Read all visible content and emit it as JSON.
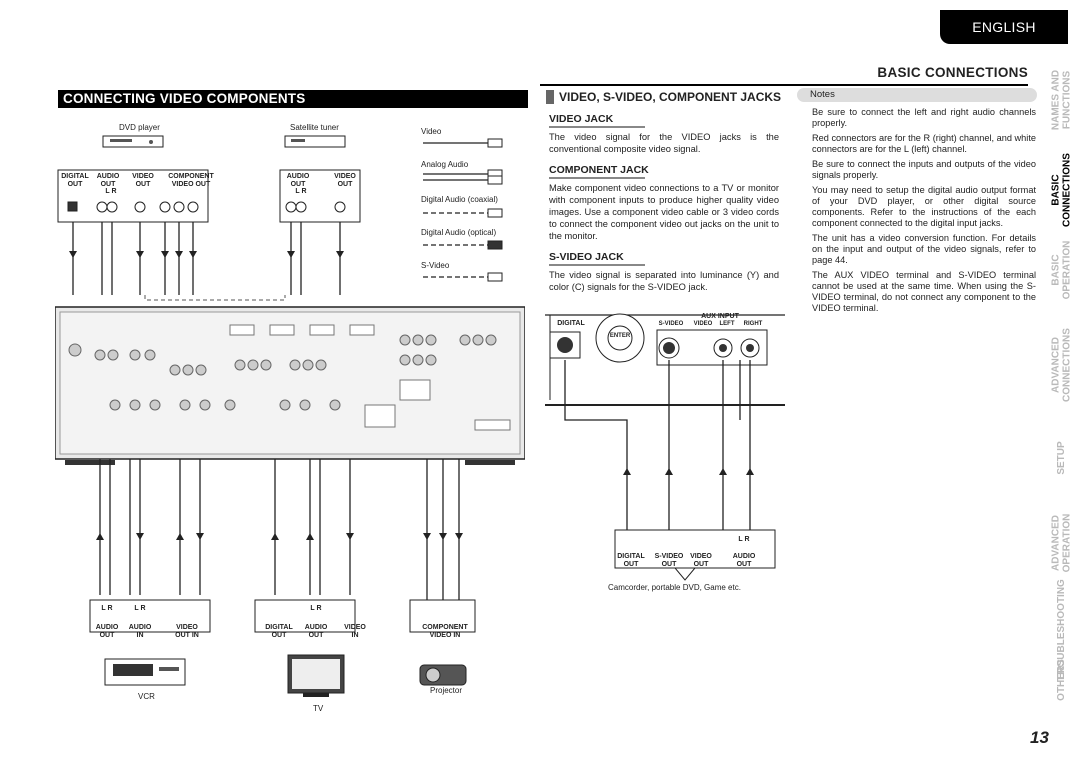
{
  "language": "ENGLISH",
  "section_title": "BASIC CONNECTIONS",
  "side_tabs": [
    {
      "l1": "NAMES AND",
      "l2": "FUNCTIONS",
      "active": false
    },
    {
      "l1": "BASIC",
      "l2": "CONNECTIONS",
      "active": true
    },
    {
      "l1": "BASIC",
      "l2": "OPERATION",
      "active": false
    },
    {
      "l1": "ADVANCED",
      "l2": "CONNECTIONS",
      "active": false
    },
    {
      "l1": "SETUP",
      "l2": "",
      "active": false
    },
    {
      "l1": "ADVANCED",
      "l2": "OPERATION",
      "active": false
    },
    {
      "l1": "TROUBLESHOOTING",
      "l2": "",
      "active": false
    },
    {
      "l1": "OTHERS",
      "l2": "",
      "active": false
    }
  ],
  "main_heading": "CONNECTING VIDEO COMPONENTS",
  "diagram": {
    "dvd_player": "DVD player",
    "satellite_tuner": "Satellite tuner",
    "dvd_jacks": {
      "digital": "DIGITAL",
      "audio": "AUDIO",
      "video": "VIDEO",
      "component": "COMPONENT",
      "out": "OUT",
      "video_out": "VIDEO OUT",
      "lr": "L  R"
    },
    "sat_jacks": {
      "audio": "AUDIO",
      "video": "VIDEO",
      "out": "OUT",
      "lr": "L  R"
    },
    "vcr": "VCR",
    "vcr_jacks": {
      "audio": "AUDIO",
      "video": "VIDEO",
      "out": "OUT",
      "in": "IN",
      "out_in": "OUT  IN",
      "lr": "L  R"
    },
    "tv": "TV",
    "tv_jacks": {
      "digital": "DIGITAL",
      "audio": "AUDIO",
      "video": "VIDEO",
      "out": "OUT",
      "in": "IN",
      "lr": "L  R"
    },
    "projector": "Projector",
    "proj_jacks": {
      "component": "COMPONENT",
      "video_in": "VIDEO IN"
    }
  },
  "legend": {
    "video": "Video",
    "analog_audio": "Analog Audio",
    "digital_coaxial": "Digital Audio (coaxial)",
    "digital_optical": "Digital Audio (optical)",
    "s_video": "S-Video"
  },
  "jacks_heading": "VIDEO, S-VIDEO, COMPONENT JACKS",
  "video_jack": {
    "heading": "VIDEO JACK",
    "text": "The video signal for the VIDEO jacks is the conventional composite video signal."
  },
  "component_jack": {
    "heading": "COMPONENT JACK",
    "text": "Make component video connections to a TV or monitor with component inputs to produce higher quality video images. Use a component video cable or 3 video cords to connect the component video out jacks on the unit to the monitor."
  },
  "svideo_jack": {
    "heading": "S-VIDEO JACK",
    "text": "The video signal is separated into luminance (Y) and color (C) signals for the S-VIDEO jack."
  },
  "front_panel": {
    "digital": "DIGITAL",
    "enter": "ENTER",
    "aux_input": "AUX INPUT",
    "s_video": "S-VIDEO",
    "video": "VIDEO",
    "left": "LEFT",
    "right": "RIGHT"
  },
  "camcorder_jacks": {
    "digital": "DIGITAL",
    "s_video": "S-VIDEO",
    "video": "VIDEO",
    "audio": "AUDIO",
    "out": "OUT",
    "lr": "L  R"
  },
  "camcorder_label": "Camcorder, portable DVD, Game etc.",
  "notes": {
    "title": "Notes",
    "items": [
      "Be sure to connect the left and right audio channels properly.",
      "Red connectors are for the R (right) channel, and white connectors are for the L (left) channel.",
      "Be sure to connect the inputs and outputs of the video signals properly.",
      "You may need to setup the digital audio output format of your DVD player, or other digital source components. Refer to the instructions of the each component connected to the digital input jacks.",
      "The unit has a video conversion function. For details on the input and output of the video signals, refer to page 44.",
      "The AUX VIDEO terminal and S-VIDEO terminal cannot be used at the same time. When using the S-VIDEO terminal, do not connect any component to the VIDEO terminal."
    ]
  },
  "page_number": "13"
}
